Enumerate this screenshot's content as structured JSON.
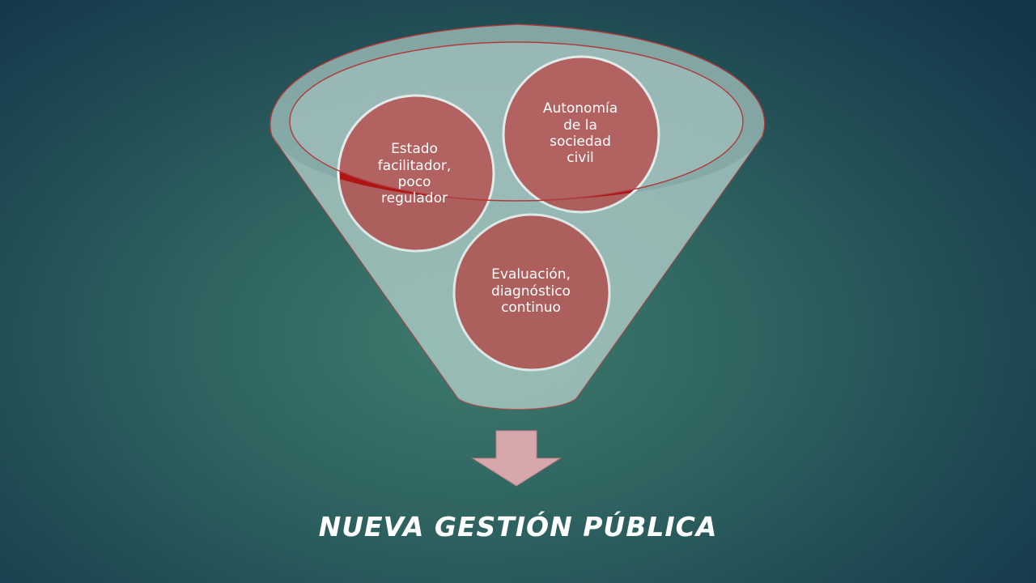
{
  "diagram": {
    "circles": [
      {
        "id": "estado",
        "text": "Estado\nfacilitador,\npoco\nregulador"
      },
      {
        "id": "autonomia",
        "text": "Autonomía\nde la\nsociedad\ncivil"
      },
      {
        "id": "evaluacion",
        "text": "Evaluación,\ndiagnóstico\ncontinuo"
      }
    ],
    "caption": "NUEVA GESTIÓN PÚBLICA"
  },
  "colors": {
    "circle_red": "#b01414",
    "funnel_fill": "#a9c8c4",
    "funnel_outline": "#b03a3a",
    "arrow_fill": "#d6a8ab",
    "caption_text": "#ffffff"
  }
}
